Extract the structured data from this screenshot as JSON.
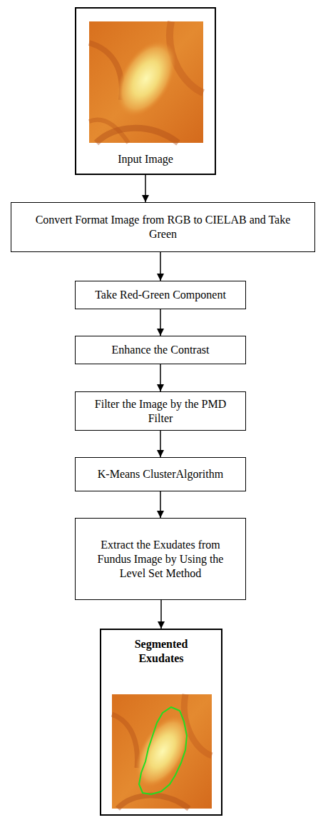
{
  "diagram": {
    "nodes": [
      {
        "text": [
          "Input Image"
        ]
      },
      {
        "text": [
          "Convert Format Image from RGB to CIELAB and Take Green"
        ]
      },
      {
        "text": [
          "Take Red-Green Component"
        ]
      },
      {
        "text": [
          "Enhance the Contrast"
        ]
      },
      {
        "text": [
          "Filter the Image by the PMD Filter"
        ]
      },
      {
        "text": [
          "K-Means ClusterAlgorithm"
        ]
      },
      {
        "text": [
          "Extract the Exudates from Fundus Image by Using the Level Set Method"
        ]
      },
      {
        "text": [
          "Segmented Exudates"
        ]
      }
    ],
    "edges": [
      {
        "from": 0,
        "to": 1,
        "arrow": "to"
      },
      {
        "from": 1,
        "to": 2,
        "arrow": "to"
      },
      {
        "from": 2,
        "to": 3,
        "arrow": "to"
      },
      {
        "from": 3,
        "to": 4,
        "arrow": "to"
      },
      {
        "from": 4,
        "to": 5,
        "arrow": "to"
      },
      {
        "from": 5,
        "to": 6,
        "arrow": "to"
      },
      {
        "from": 6,
        "to": 7,
        "arrow": "to"
      }
    ]
  }
}
